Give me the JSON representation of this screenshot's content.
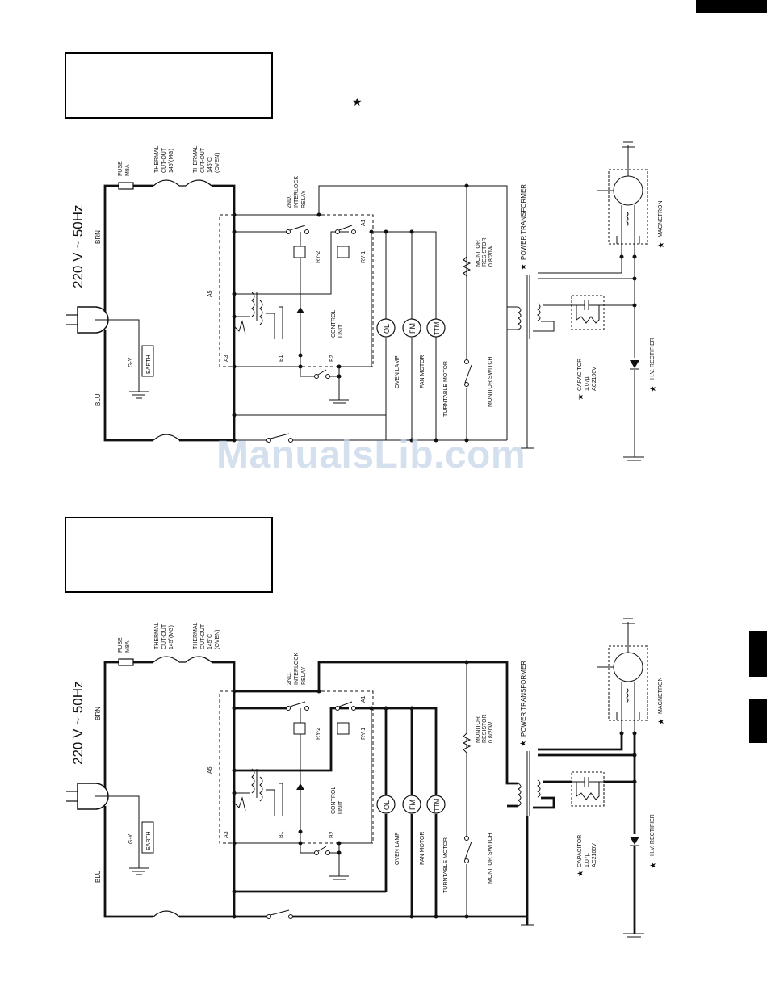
{
  "diagram1": {
    "supply": "220 V ~ 50Hz",
    "star_note": "★",
    "labels": {
      "brn": "BRN",
      "blu": "BLU",
      "gy": "G-Y",
      "earth": "EARTH",
      "fuse": "FUSE",
      "fuse_rating": "M8A",
      "thermal_mg_1": "THERMAL",
      "thermal_mg_2": "CUT-OUT",
      "thermal_mg_3": "145˚(MG)",
      "thermal_ov_1": "THERMAL",
      "thermal_ov_2": "CUT-OUT",
      "thermal_ov_3": "145˚C",
      "thermal_ov_4": "(OVEN)",
      "interlock_1": "2ND.",
      "interlock_2": "INTERLOCK",
      "interlock_3": "RELAY",
      "a1": "A1",
      "a3": "A3",
      "a5": "A5",
      "b1": "B1",
      "b2": "B2",
      "ry1": "RY-1",
      "ry2": "RY-2",
      "control_1": "CONTROL",
      "control_2": "UNIT",
      "ol": "OL",
      "fm": "FM",
      "ttm": "TTM",
      "oven_lamp": "OVEN LAMP",
      "fan_motor": "FAN MOTOR",
      "turntable_motor": "TURNTABLE MOTOR",
      "monitor_resistor_1": "MONITOR",
      "monitor_resistor_2": "RESISTOR",
      "monitor_resistor_3": "0.8/20W",
      "monitor_switch": "MONITOR SWITCH",
      "power_transformer": "POWER TRANSFORMER",
      "capacitor_1": "CAPACITOR",
      "capacitor_2": "1.07µ",
      "capacitor_3": "AC2100V",
      "hv_rectifier": "H.V. RECTIFIER",
      "magnetron": "MAGNETRON"
    }
  },
  "diagram2": {
    "supply": "220 V ~ 50Hz",
    "labels": {
      "brn": "BRN",
      "blu": "BLU",
      "gy": "G-Y",
      "earth": "EARTH",
      "fuse": "FUSE",
      "fuse_rating": "M8A",
      "thermal_mg_1": "THERMAL",
      "thermal_mg_2": "CUT-OUT",
      "thermal_mg_3": "145˚(MG)",
      "thermal_ov_1": "THERMAL",
      "thermal_ov_2": "CUT-OUT",
      "thermal_ov_3": "145˚C",
      "thermal_ov_4": "(OVEN)",
      "interlock_1": "2ND.",
      "interlock_2": "INTERLOCK",
      "interlock_3": "RELAY",
      "a1": "A1",
      "a3": "A3",
      "a5": "A5",
      "b1": "B1",
      "b2": "B2",
      "ry1": "RY-1",
      "ry2": "RY-2",
      "control_1": "CONTROL",
      "control_2": "UNIT",
      "ol": "OL",
      "fm": "FM",
      "ttm": "TTM",
      "oven_lamp": "OVEN LAMP",
      "fan_motor": "FAN MOTOR",
      "turntable_motor": "TURNTABLE MOTOR",
      "monitor_resistor_1": "MONITOR",
      "monitor_resistor_2": "RESISTOR",
      "monitor_resistor_3": "0.8/20W",
      "monitor_switch": "MONITOR SWITCH",
      "power_transformer": "POWER TRANSFORMER",
      "capacitor_1": "CAPACITOR",
      "capacitor_2": "1.07µ",
      "capacitor_3": "AC2100V",
      "hv_rectifier": "H.V. RECTIFIER",
      "magnetron": "MAGNETRON"
    }
  },
  "watermark": "ManualsLib.com"
}
